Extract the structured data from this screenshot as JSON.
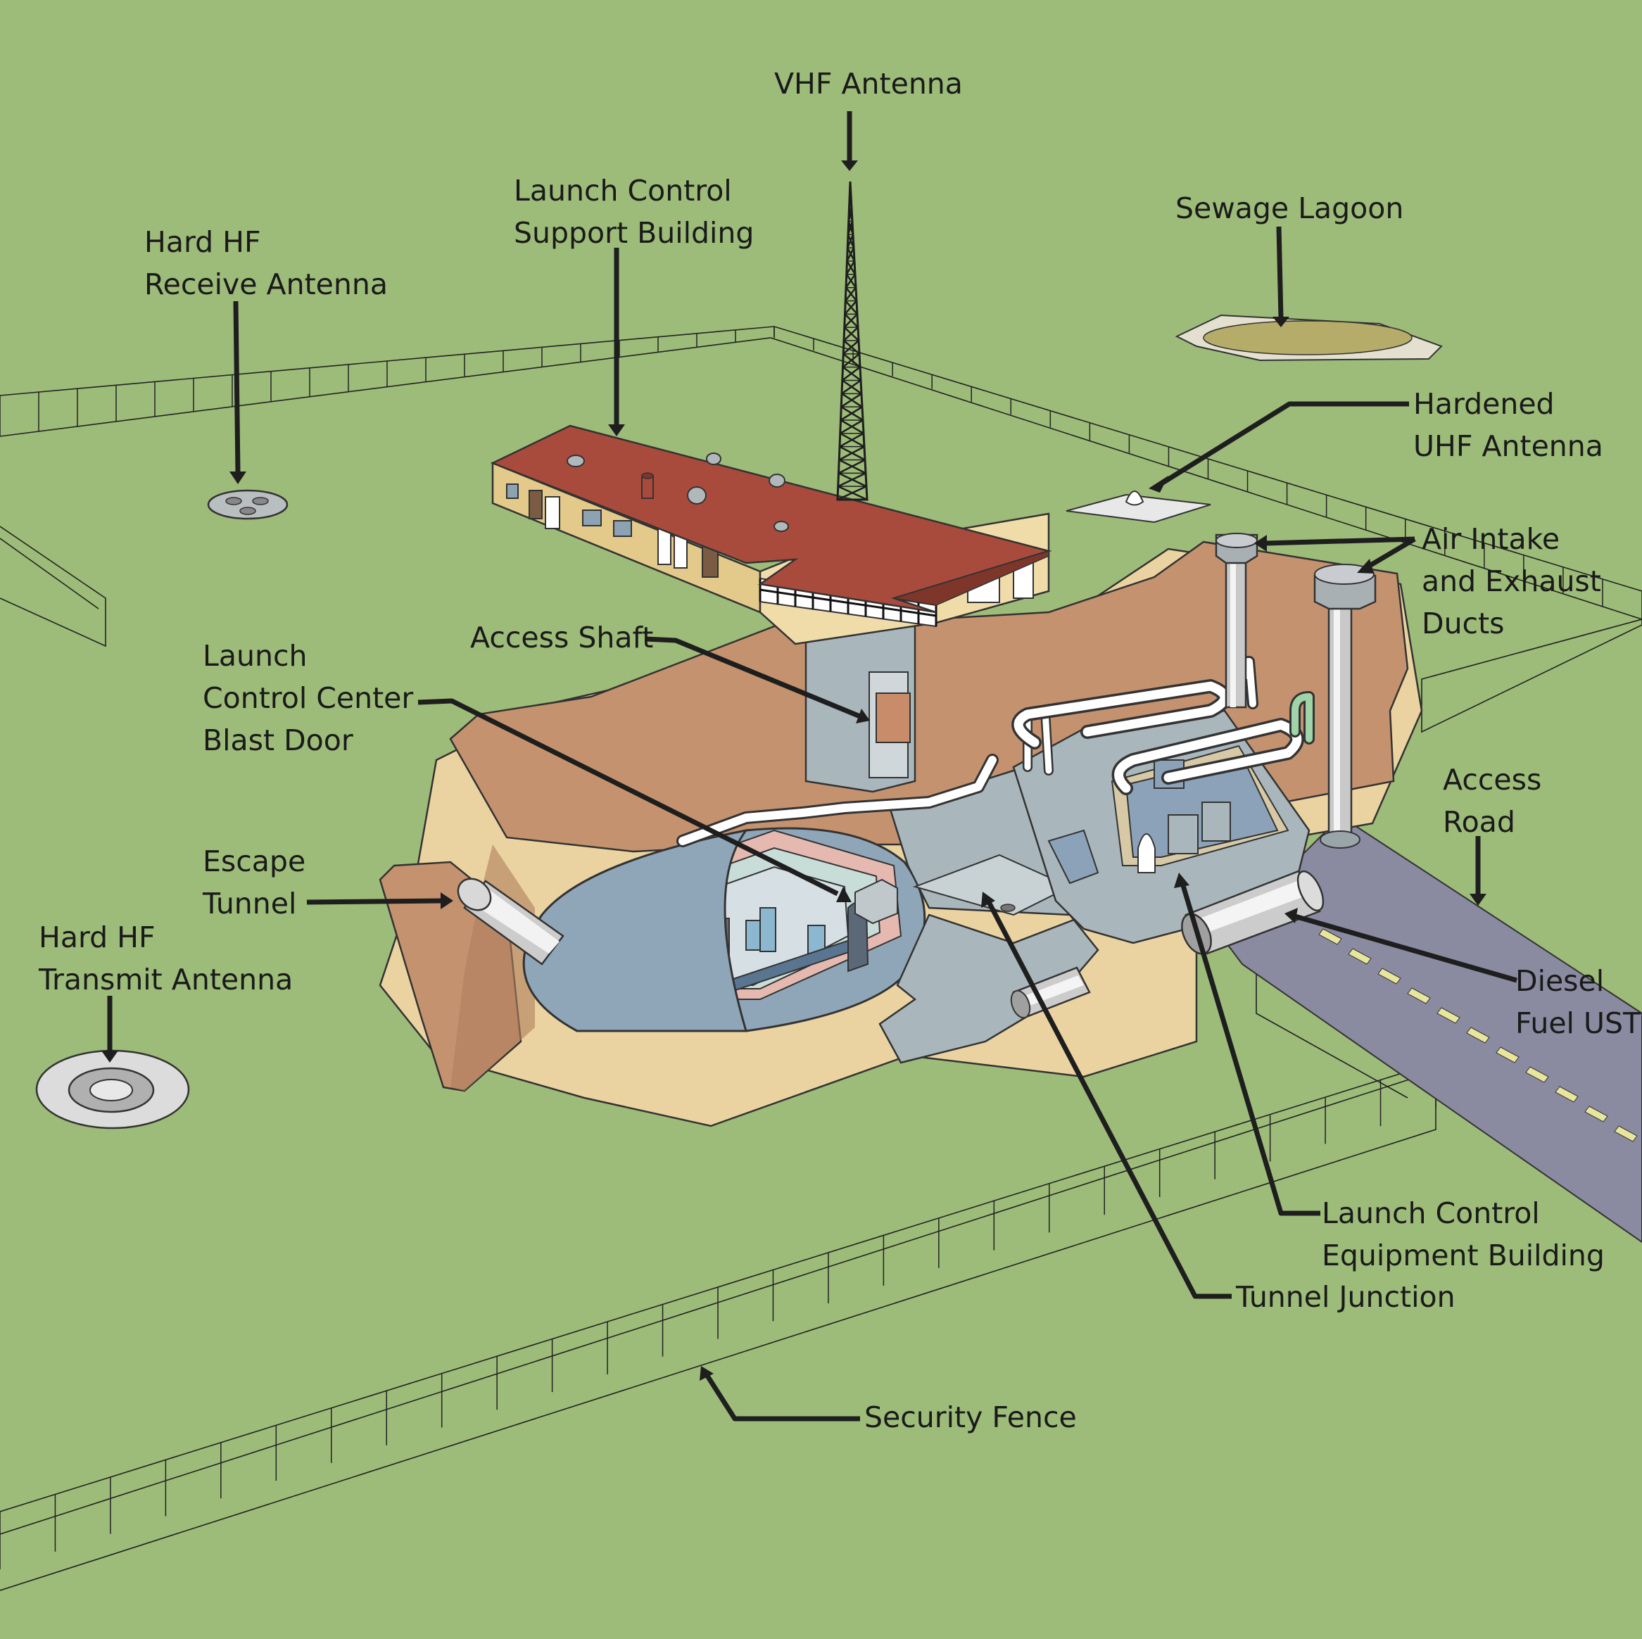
{
  "labels": {
    "vhf_antenna": "VHF Antenna",
    "lcsb_line1": "Launch Control",
    "lcsb_line2": "Support Building",
    "hard_hf_receive_line1": "Hard HF",
    "hard_hf_receive_line2": "Receive Antenna",
    "sewage_lagoon": "Sewage Lagoon",
    "hardened_uhf_line1": "Hardened",
    "hardened_uhf_line2": "UHF Antenna",
    "air_intake_line1": "Air Intake",
    "air_intake_line2": "and Exhaust",
    "air_intake_line3": "Ducts",
    "access_shaft": "Access Shaft",
    "lcc_blast_door_line1": "Launch",
    "lcc_blast_door_line2": "Control Center",
    "lcc_blast_door_line3": "Blast Door",
    "access_road_line1": "Access",
    "access_road_line2": "Road",
    "escape_tunnel_line1": "Escape",
    "escape_tunnel_line2": "Tunnel",
    "hard_hf_transmit_line1": "Hard HF",
    "hard_hf_transmit_line2": "Transmit Antenna",
    "diesel_fuel_line1": "Diesel",
    "diesel_fuel_line2": "Fuel UST",
    "lceb_line1": "Launch Control",
    "lceb_line2": "Equipment Building",
    "tunnel_junction": "Tunnel Junction",
    "security_fence": "Security Fence"
  },
  "colors": {
    "grass": "#9dbb79",
    "soil": "#c4926e",
    "sand": "#ead3a0",
    "roof": "#a94b3c",
    "building_wall": "#e3c98a",
    "road": "#8a8aa0",
    "road_stripe": "#e8e69c",
    "capsule": "#8fa6b8",
    "concrete": "#a9b7bc",
    "lagoon": "#b5ac6a",
    "leader_line": "#1e1e1e"
  }
}
